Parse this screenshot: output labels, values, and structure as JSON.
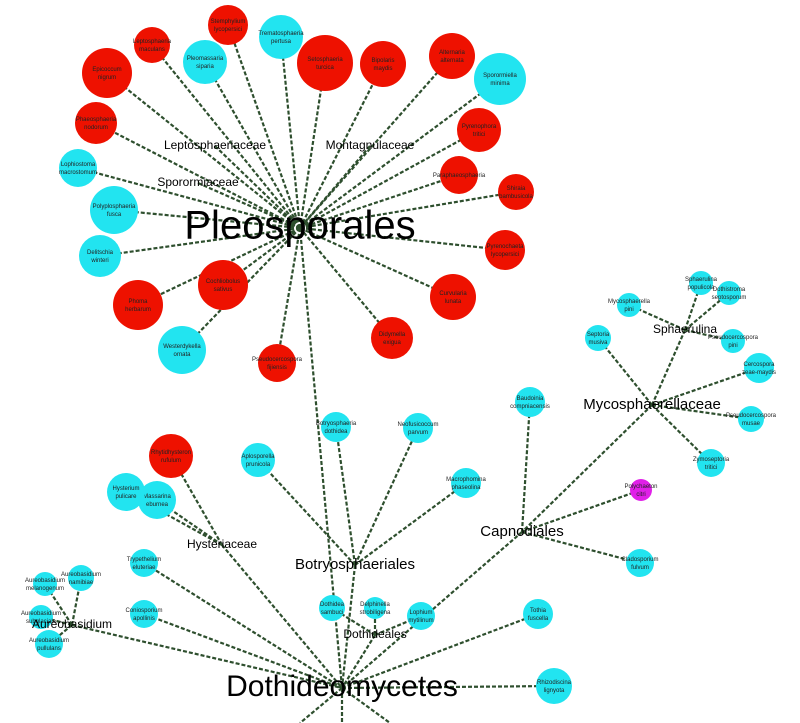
{
  "palette": {
    "red": "#ee1100",
    "cyan": "#22e4f0",
    "magenta": "#e020e8",
    "edge": "#2e4f2e"
  },
  "hubs": [
    {
      "id": "pleo",
      "label": "Pleosporales",
      "size": "xl"
    },
    {
      "id": "dothi",
      "label": "Dothideomycetes",
      "size": "l"
    },
    {
      "id": "botry",
      "label": "Botryosphaeriales",
      "size": "m"
    },
    {
      "id": "capno",
      "label": "Capnodiales",
      "size": "m"
    },
    {
      "id": "myco",
      "label": "Mycosphaerellaceae",
      "size": "m"
    },
    {
      "id": "hyst",
      "label": "Hysteriaceae",
      "size": "s"
    },
    {
      "id": "lepto",
      "label": "Leptosphaeriaceae",
      "size": "s"
    },
    {
      "id": "monta",
      "label": "Montagnulaceae",
      "size": "s"
    },
    {
      "id": "sporo",
      "label": "Sporormiaceae",
      "size": "s"
    },
    {
      "id": "aureo",
      "label": "Aureobasidium",
      "size": "s"
    },
    {
      "id": "dothid",
      "label": "Dothideales",
      "size": "s"
    },
    {
      "id": "spha",
      "label": "Sphaerulina",
      "size": "s"
    }
  ],
  "nodes": [
    {
      "id": "n1",
      "color": "red",
      "label": "Leptosphaeria maculans"
    },
    {
      "id": "n2",
      "color": "red",
      "label": "Stemphylium lycopersici"
    },
    {
      "id": "n3",
      "color": "cyan",
      "label": "Trematosphaeria pertusa"
    },
    {
      "id": "n4",
      "color": "red",
      "label": "Epicoccum nigrum"
    },
    {
      "id": "n5",
      "color": "cyan",
      "label": "Pleomassaria siparia"
    },
    {
      "id": "n6",
      "color": "red",
      "label": "Setosphaeria turcica"
    },
    {
      "id": "n7",
      "color": "red",
      "label": "Bipolaris maydis"
    },
    {
      "id": "n8",
      "color": "red",
      "label": "Alternaria alternata"
    },
    {
      "id": "n9",
      "color": "cyan",
      "label": "Sporormiella minima"
    },
    {
      "id": "n10",
      "color": "red",
      "label": "Phaeosphaeria nodorum"
    },
    {
      "id": "n11",
      "color": "red",
      "label": "Pyrenophora tritici"
    },
    {
      "id": "n12",
      "color": "red",
      "label": "Paraphaeosphaeria"
    },
    {
      "id": "n13",
      "color": "red",
      "label": "Shiraia bambusicola"
    },
    {
      "id": "n14",
      "color": "cyan",
      "label": "Lophiostoma macrostomum"
    },
    {
      "id": "n15",
      "color": "cyan",
      "label": "Polyplosphaeria fusca"
    },
    {
      "id": "n16",
      "color": "cyan",
      "label": "Delitschia winteri"
    },
    {
      "id": "n17",
      "color": "red",
      "label": "Cochliobolus sativus"
    },
    {
      "id": "n18",
      "color": "red",
      "label": "Pyrenochaeta lycopersici"
    },
    {
      "id": "n19",
      "color": "red",
      "label": "Curvularia lunata"
    },
    {
      "id": "n20",
      "color": "red",
      "label": "Didymella exigua"
    },
    {
      "id": "n21",
      "color": "red",
      "label": "Phoma herbarum"
    },
    {
      "id": "n22",
      "color": "cyan",
      "label": "Westerdykella ornata"
    },
    {
      "id": "n23",
      "color": "red",
      "label": "Pseudocercospora fijiensis"
    },
    {
      "id": "n24",
      "color": "cyan",
      "label": "Massarina eburnea"
    },
    {
      "id": "n25",
      "color": "red",
      "label": "Rhytidhysteron rufulum"
    },
    {
      "id": "n26",
      "color": "cyan",
      "label": "Hysterium pulicare"
    },
    {
      "id": "n27",
      "color": "cyan",
      "label": "Aplosporella prunicola"
    },
    {
      "id": "n28",
      "color": "cyan",
      "label": "Botryosphaeria dothidea"
    },
    {
      "id": "n29",
      "color": "cyan",
      "label": "Neofusicoccum parvum"
    },
    {
      "id": "n30",
      "color": "cyan",
      "label": "Macrophomina phaseolina"
    },
    {
      "id": "n31",
      "color": "cyan",
      "label": "Baudoinia compniacensis"
    },
    {
      "id": "n32",
      "color": "magenta",
      "label": "Polychaeton citri"
    },
    {
      "id": "n33",
      "color": "cyan",
      "label": "Cladosporium fulvum"
    },
    {
      "id": "n34",
      "color": "cyan",
      "label": "Zymoseptoria tritici"
    },
    {
      "id": "n35",
      "color": "cyan",
      "label": "Mycosphaerella pini"
    },
    {
      "id": "n36",
      "color": "cyan",
      "label": "Septoria musiva"
    },
    {
      "id": "n37",
      "color": "cyan",
      "label": "Pseudocercospora pini"
    },
    {
      "id": "n38",
      "color": "cyan",
      "label": "Sphaerulina populicola"
    },
    {
      "id": "n39",
      "color": "cyan",
      "label": "Dothistroma septosporum"
    },
    {
      "id": "n40",
      "color": "cyan",
      "label": "Cercospora zeae-maydis"
    },
    {
      "id": "n41",
      "color": "cyan",
      "label": "Pseudocercospora musae"
    },
    {
      "id": "n42",
      "color": "cyan",
      "label": "Trypethelium eluteriae"
    },
    {
      "id": "n43",
      "color": "cyan",
      "label": "Coniosporium apollinis"
    },
    {
      "id": "n44",
      "color": "cyan",
      "label": "Aureobasidium pullulans"
    },
    {
      "id": "n45",
      "color": "cyan",
      "label": "Aureobasidium namibiae"
    },
    {
      "id": "n46",
      "color": "cyan",
      "label": "Aureobasidium melanogenum"
    },
    {
      "id": "n47",
      "color": "cyan",
      "label": "Aureobasidium subglaciale"
    },
    {
      "id": "n48",
      "color": "cyan",
      "label": "Dothidea sambuci"
    },
    {
      "id": "n49",
      "color": "cyan",
      "label": "Delphinella strobiligena"
    },
    {
      "id": "n50",
      "color": "cyan",
      "label": "Lophium mytilinum"
    },
    {
      "id": "n51",
      "color": "cyan",
      "label": "Tothia fuscella"
    },
    {
      "id": "n52",
      "color": "cyan",
      "label": "Rhizodiscina lignyota"
    }
  ]
}
